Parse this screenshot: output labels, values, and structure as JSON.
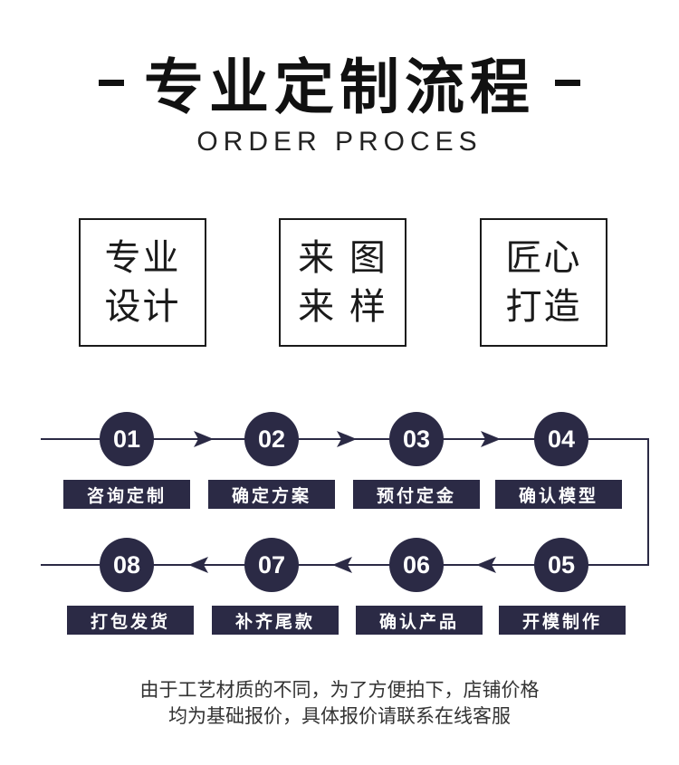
{
  "header": {
    "title": "专业定制流程",
    "subtitle": "ORDER PROCES"
  },
  "features": [
    {
      "line1": "专业",
      "line2": "设计"
    },
    {
      "line1": "来 图",
      "line2": "来 样"
    },
    {
      "line1": "匠心",
      "line2": "打造"
    }
  ],
  "steps": [
    {
      "num": "01",
      "label": "咨询定制"
    },
    {
      "num": "02",
      "label": "确定方案"
    },
    {
      "num": "03",
      "label": "预付定金"
    },
    {
      "num": "04",
      "label": "确认模型"
    },
    {
      "num": "05",
      "label": "开模制作"
    },
    {
      "num": "06",
      "label": "确认产品"
    },
    {
      "num": "07",
      "label": "补齐尾款"
    },
    {
      "num": "08",
      "label": "打包发货"
    }
  ],
  "footer": {
    "line1": "由于工艺材质的不同，为了方便拍下，店铺价格",
    "line2": "均为基础报价，具体报价请联系在线客服"
  },
  "colors": {
    "accent": "#2b2a45"
  }
}
